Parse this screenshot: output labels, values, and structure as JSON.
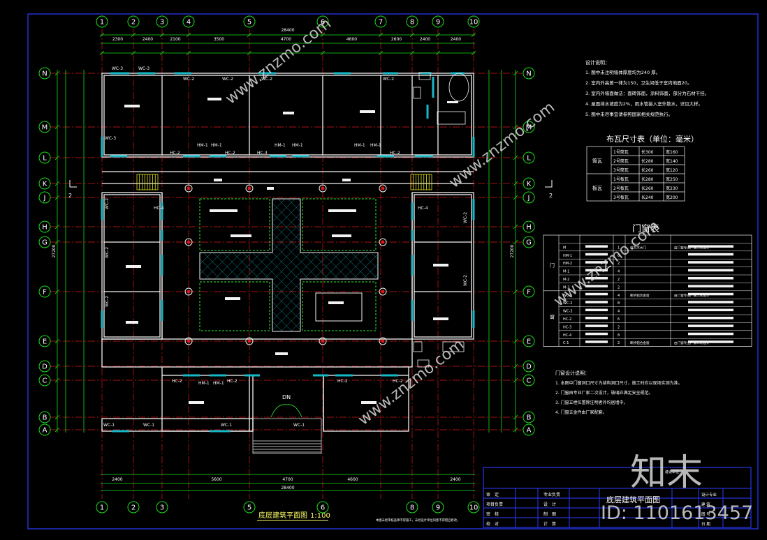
{
  "drawing": {
    "title": "底层建筑平面图",
    "scale": "1:100",
    "grid_top": [
      "1",
      "2",
      "3",
      "4",
      "5",
      "6",
      "7",
      "8",
      "9",
      "10"
    ],
    "grid_bottom": [
      "1",
      "2",
      "3",
      "5",
      "6",
      "8",
      "9",
      "10"
    ],
    "grid_left": [
      "N",
      "M",
      "L",
      "K",
      "J",
      "H",
      "G",
      "F",
      "E",
      "D",
      "C",
      "B",
      "A"
    ],
    "grid_right": [
      "N",
      "M",
      "L",
      "K",
      "J",
      "H",
      "G",
      "F",
      "E",
      "D",
      "C",
      "B",
      "A"
    ],
    "dims_top_overall": "28400",
    "dims_top_segments": [
      "2300",
      "2400",
      "2100",
      "3500",
      "4700",
      "4600",
      "2600",
      "2400",
      "2400"
    ],
    "dims_bottom_overall": "28400",
    "dims_bottom_segments": [
      "2400",
      "5600",
      "4700",
      "4600",
      "2400"
    ],
    "dims_left_overall": "27200",
    "dims_right_overall": "27200",
    "section_mark": "2",
    "stair_label": "DN",
    "room_labels": {
      "wc3_a": "WC-3",
      "wc3_b": "WC-3",
      "wc2_a": "WC-2",
      "wc2_b": "WC-2",
      "wc2_c": "WC-2",
      "wc2_d": "WC-2",
      "wc1_a": "WC-1",
      "wc1_b": "WC-1",
      "wc1_c": "WC-1",
      "wc1_d": "WC-1",
      "hc2_a": "HC-2",
      "hc2_b": "HC-2",
      "hc2_c": "HC-2",
      "hc2_d": "HC-2",
      "hc2_e": "HC-2",
      "hc2_f": "HC-2",
      "hm1_a": "HM-1",
      "hm1_b": "HM-1",
      "hm1_c": "HM-1",
      "hm1_d": "HM-1",
      "hm1_e": "HM-1",
      "hm1_f": "HM-1",
      "hc3": "HC-3",
      "hc4_a": "HC-4",
      "hc4_b": "HC-4",
      "wc3_c": "WC-3"
    }
  },
  "notes": {
    "header": "设计说明：",
    "lines": [
      "1. 图中未注明墙体厚度均为240 厚。",
      "2. 室内外高差一律为150，卫生间低于室内地面20。",
      "3. 室内外墙面做法：面砖饰面，涂料饰面，部分为石材干挂。",
      "4. 屋面排水坡度为2%，雨水管接入室外散水，详见大样。",
      "5. 图中未尽事宜请参照国家相关规范执行。"
    ]
  },
  "tile_table": {
    "title": "布瓦尺寸表（单位：毫米）",
    "groups": [
      {
        "name": "筒瓦",
        "rows": [
          {
            "type": "1号筒瓦",
            "a": "长300",
            "b": "宽160"
          },
          {
            "type": "2号筒瓦",
            "a": "长280",
            "b": "宽140"
          },
          {
            "type": "3号筒瓦",
            "a": "长260",
            "b": "宽120"
          }
        ]
      },
      {
        "name": "板瓦",
        "rows": [
          {
            "type": "1号板瓦",
            "a": "长280",
            "b": "宽250"
          },
          {
            "type": "2号板瓦",
            "a": "长260",
            "b": "宽230"
          },
          {
            "type": "3号板瓦",
            "a": "长240",
            "b": "宽200"
          }
        ]
      }
    ]
  },
  "door_window_table": {
    "title": "门窗表",
    "group_labels": [
      "门",
      "窗"
    ],
    "rows": [
      {
        "code": "M",
        "qty": "1",
        "note": "仿古木大门",
        "remark": "由门窗专业厂家二次设计"
      },
      {
        "code": "HM-1",
        "qty": "6",
        "note": "",
        "remark": ""
      },
      {
        "code": "HM-2",
        "qty": "2",
        "note": "",
        "remark": ""
      },
      {
        "code": "M-1",
        "qty": "4",
        "note": "",
        "remark": ""
      },
      {
        "code": "M-2",
        "qty": "2",
        "note": "",
        "remark": ""
      },
      {
        "code": "M-3",
        "qty": "2",
        "note": "",
        "remark": ""
      },
      {
        "code": "WC-1",
        "qty": "4",
        "note": "断桥铝合金窗",
        "remark": "由门窗专业厂家二次设计"
      },
      {
        "code": "WC-2",
        "qty": "8",
        "note": "",
        "remark": ""
      },
      {
        "code": "WC-3",
        "qty": "4",
        "note": "",
        "remark": ""
      },
      {
        "code": "HC-2",
        "qty": "6",
        "note": "",
        "remark": ""
      },
      {
        "code": "HC-3",
        "qty": "2",
        "note": "",
        "remark": ""
      },
      {
        "code": "HC-4",
        "qty": "8",
        "note": "",
        "remark": ""
      },
      {
        "code": "C-1",
        "qty": "2",
        "note": "断桥铝合金窗",
        "remark": "由门窗专业厂家二次设计"
      }
    ]
  },
  "door_notes": {
    "header": "门窗设计说明：",
    "lines": [
      "1. 本图中门窗洞口尺寸为结构洞口尺寸，施工时应以现场实测为准。",
      "2. 门窗由专业厂家二次设计，玻璃应满足安全规范。",
      "3. 门窗立樘位置除注明者外均居墙中。",
      "4. 门窗五金件由厂家配套。"
    ]
  },
  "title_block": {
    "project_label": "建设单位",
    "left_labels": [
      "审　定",
      "项目负责",
      "审　核",
      "校　对"
    ],
    "mid_labels": [
      "专业负责",
      "设　计",
      "制　图",
      "计　算"
    ],
    "right_labels": [
      "设计专业",
      "建 筑",
      "图 号",
      "日 期"
    ],
    "drawing_name": "底层建筑平面图",
    "footer_note": "本图未经审核盖章不得施工，未经设计单位同意不得擅自修改。"
  },
  "watermark": {
    "logo": "知末",
    "id": "ID: 1101613457",
    "side_text": "www.znzmo.com"
  },
  "colors": {
    "background": "#000000",
    "grid_green": "#19e019",
    "wall_white": "#f2f2f2",
    "axis_red": "#e01919",
    "window_cyan": "#14b9c8",
    "text_yellow": "#ffff66",
    "dim_green": "#2fe62f",
    "title_block_blue": "#2b3bff",
    "stair_yellow": "#e6e619"
  }
}
